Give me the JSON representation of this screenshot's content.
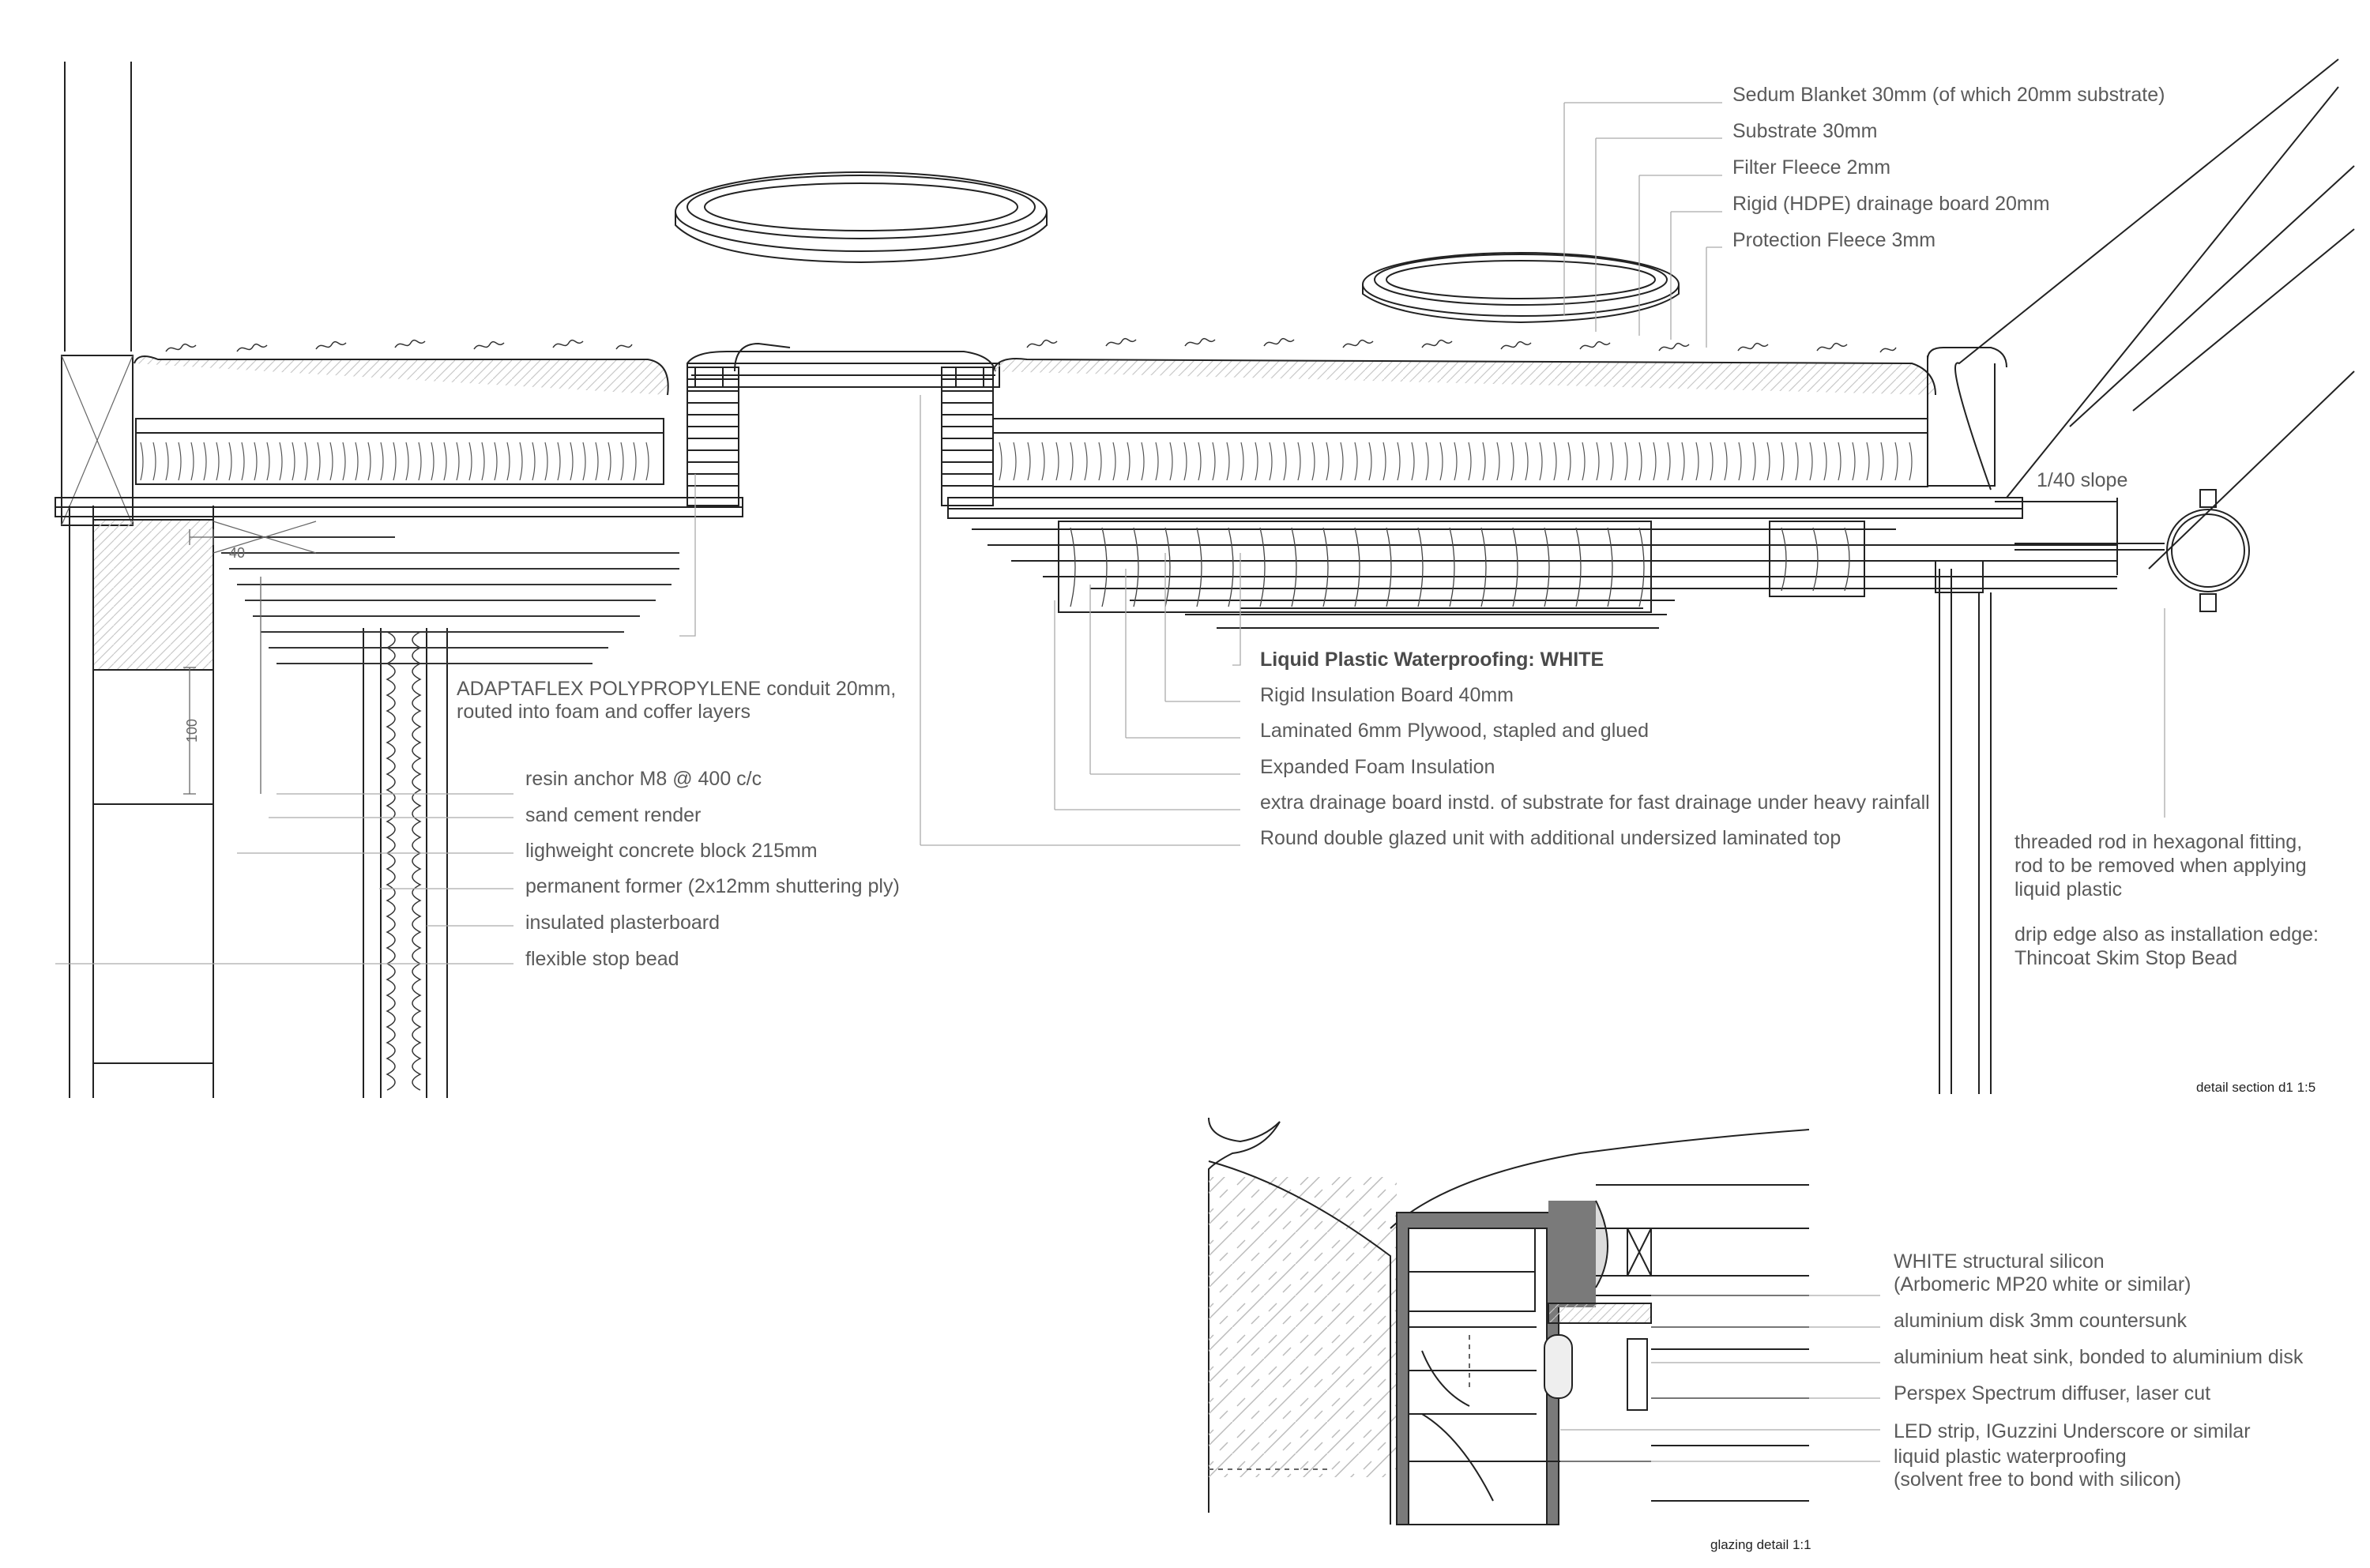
{
  "top_right_labels": [
    "Sedum Blanket 30mm (of which 20mm substrate)",
    "Substrate 30mm",
    "Filter Fleece 2mm",
    "Rigid (HDPE) drainage board 20mm",
    "Protection Fleece 3mm"
  ],
  "slope_label": "1/40 slope",
  "dims": {
    "d40": "40",
    "d100": "100"
  },
  "conduit_label": [
    "ADAPTAFLEX POLYPROPYLENE conduit 20mm,",
    "routed into foam and coffer layers"
  ],
  "left_labels": [
    "resin anchor M8 @ 400 c/c",
    "sand cement render",
    "lighweight concrete block 215mm",
    "permanent former (2x12mm shuttering ply)",
    "insulated plasterboard",
    "flexible stop bead"
  ],
  "center_labels": [
    "Liquid Plastic Waterproofing: WHITE",
    "Rigid Insulation Board 40mm",
    "Laminated 6mm Plywood, stapled and glued",
    "Expanded Foam Insulation",
    "extra drainage board instd. of substrate for fast drainage under heavy rainfall",
    "Round double glazed unit with additional undersized laminated top"
  ],
  "right_labels": {
    "rod": [
      "threaded rod in hexagonal fitting,",
      "rod to be removed when applying",
      "liquid plastic"
    ],
    "drip": [
      "drip edge also as installation edge:",
      "Thincoat Skim Stop Bead"
    ]
  },
  "detail_caption": "detail section d1 1:5",
  "glazing_labels": [
    [
      "WHITE structural silicon",
      "(Arbomeric MP20 white or similar)"
    ],
    [
      "aluminium disk 3mm countersunk"
    ],
    [
      "aluminium heat sink, bonded to aluminium disk"
    ],
    [
      "Perspex Spectrum diffuser, laser cut"
    ],
    [
      "LED strip, IGuzzini Underscore or similar"
    ],
    [
      "liquid plastic waterproofing",
      "(solvent free to bond with silicon)"
    ]
  ],
  "glazing_caption": "glazing detail 1:1"
}
